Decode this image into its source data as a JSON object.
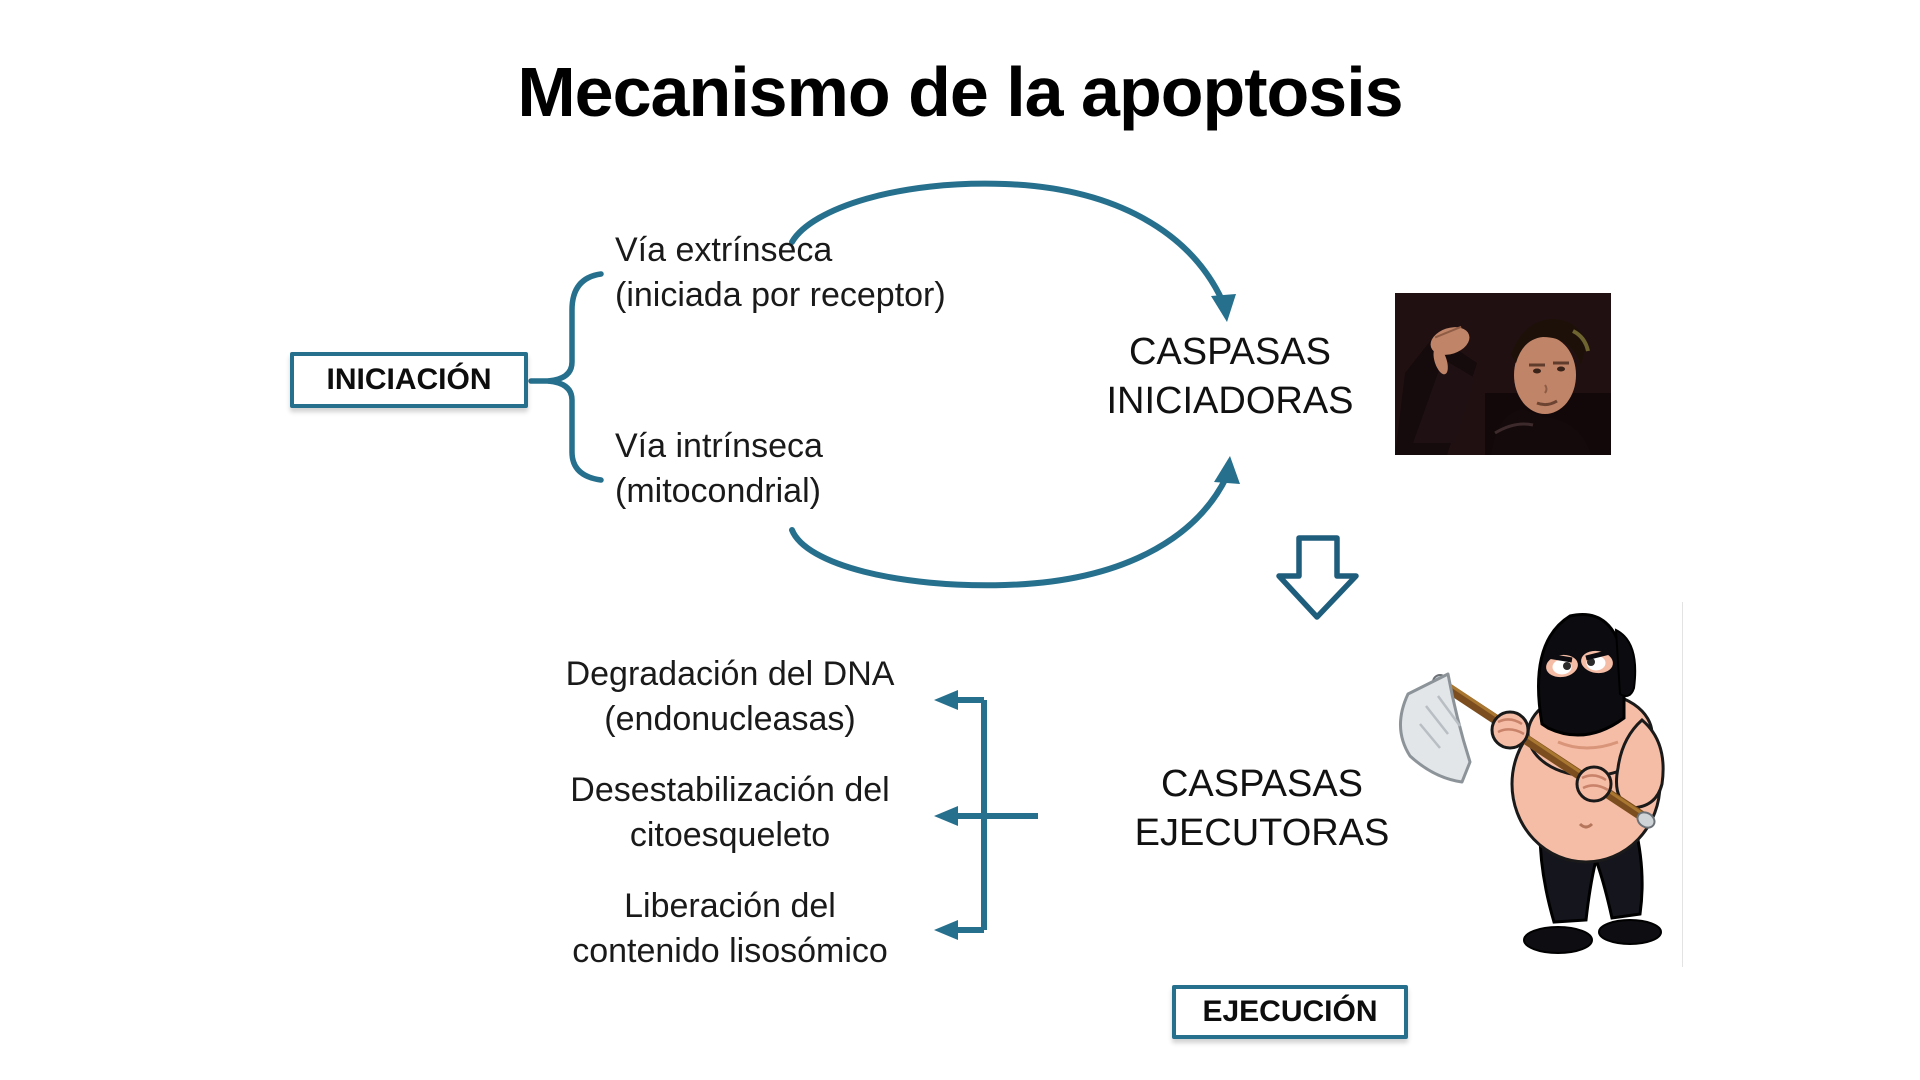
{
  "title": "Mecanismo de la apoptosis",
  "colors": {
    "accent_teal": "#26708E",
    "arrow_dark_teal": "#1F5D7D",
    "text_black": "#000000"
  },
  "initiation": {
    "box_label": "INICIACIÓN",
    "extrinsic_pathway": {
      "line1": "Vía extrínseca",
      "line2": "(iniciada por receptor)"
    },
    "intrinsic_pathway": {
      "line1": "Vía intrínseca",
      "line2": "(mitocondrial)"
    },
    "initiator_caspases": {
      "line1": "CASPASAS",
      "line2": "INICIADORAS"
    }
  },
  "execution": {
    "box_label": "EJECUCIÓN",
    "executioner_caspases": {
      "line1": "CASPASAS",
      "line2": "EJECUTORAS"
    },
    "effects": [
      {
        "line1": "Degradación del DNA",
        "line2": "(endonucleasas)"
      },
      {
        "line1": "Desestabilización del",
        "line2": "citoesqueleto"
      },
      {
        "line1": "Liberación del",
        "line2": "contenido lisosómico"
      }
    ]
  },
  "icons": {
    "brace": "left-curly-brace",
    "arrow_top": "curved-arrow-extrinsic-to-initiator-caspases",
    "arrow_bottom": "curved-arrow-intrinsic-to-initiator-caspases",
    "block_arrow": "hollow-block-down-arrow",
    "connector": "three-branch-left-arrows"
  },
  "images": {
    "thumbs_down_photo": "gladiator-emperor-thumbs-down-photo",
    "executioner_cartoon": "hooded-executioner-with-axe-cartoon"
  }
}
